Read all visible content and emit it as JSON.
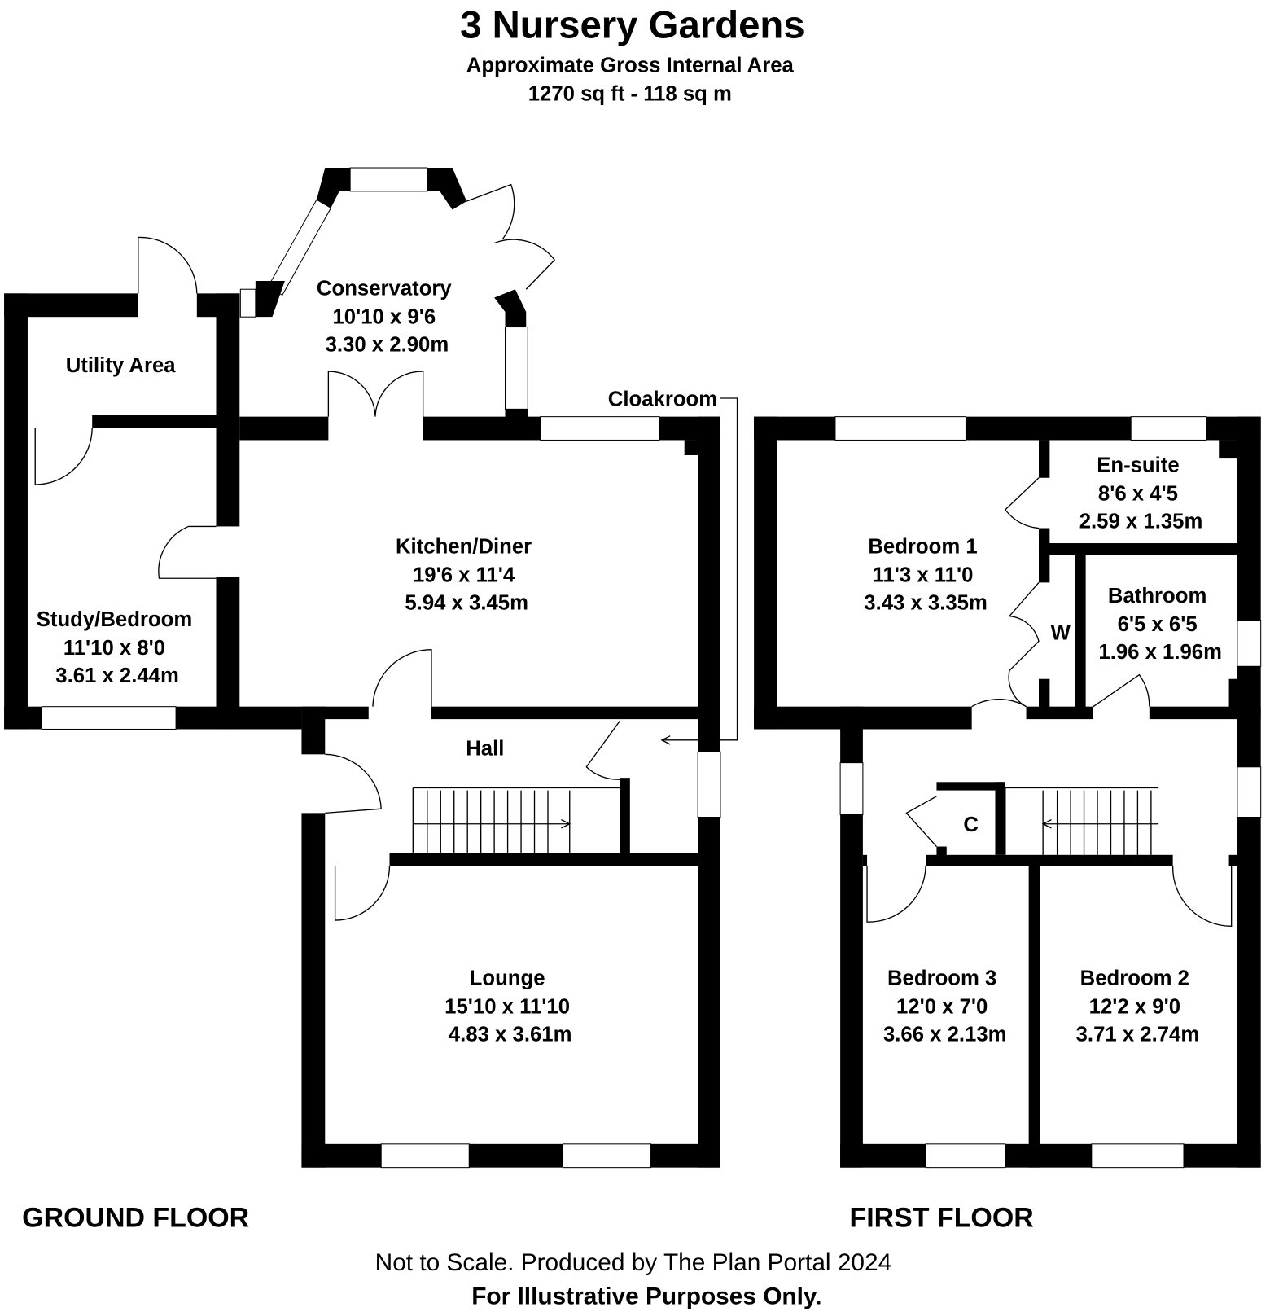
{
  "header": {
    "title": "3 Nursery Gardens",
    "subtitle": "Approximate Gross Internal Area",
    "area": "1270 sq ft - 118 sq m"
  },
  "ground_floor": {
    "label": "GROUND FLOOR",
    "rooms": [
      {
        "name": "Conservatory",
        "imperial": "10'10 x 9'6",
        "metric": "3.30 x 2.90m"
      },
      {
        "name": "Utility Area"
      },
      {
        "name": "Kitchen/Diner",
        "imperial": "19'6 x 11'4",
        "metric": "5.94 x 3.45m"
      },
      {
        "name": "Study/Bedroom",
        "imperial": "11'10 x 8'0",
        "metric": "3.61 x 2.44m"
      },
      {
        "name": "Hall"
      },
      {
        "name": "Cloakroom"
      },
      {
        "name": "Lounge",
        "imperial": "15'10 x 11'10",
        "metric": "4.83 x 3.61m"
      }
    ]
  },
  "first_floor": {
    "label": "FIRST FLOOR",
    "rooms": [
      {
        "name": "Bedroom 1",
        "imperial": "11'3 x 11'0",
        "metric": "3.43 x 3.35m"
      },
      {
        "name": "En-suite",
        "imperial": "8'6 x 4'5",
        "metric": "2.59 x 1.35m"
      },
      {
        "name": "Bathroom",
        "imperial": "6'5 x 6'5",
        "metric": "1.96 x 1.96m"
      },
      {
        "name": "W"
      },
      {
        "name": "C"
      },
      {
        "name": "Bedroom 3",
        "imperial": "12'0 x 7'0",
        "metric": "3.66 x 2.13m"
      },
      {
        "name": "Bedroom 2",
        "imperial": "12'2 x 9'0",
        "metric": "3.71 x 2.74m"
      }
    ]
  },
  "footer": {
    "disclaimer": "Not to Scale. Produced by The Plan Portal 2024",
    "note": "For Illustrative Purposes Only."
  }
}
